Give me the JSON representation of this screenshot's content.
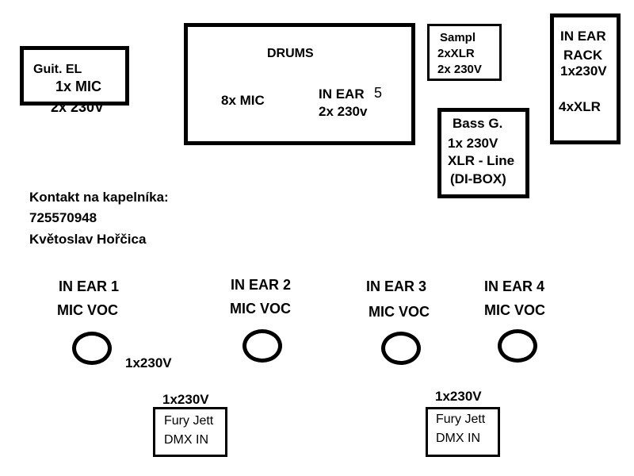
{
  "guitar": {
    "title": "Guit. EL",
    "line1": "1x MIC",
    "line2": "2x 230V"
  },
  "drums": {
    "title": "DRUMS",
    "mics": "8x MIC",
    "inear": "IN EAR",
    "inear_num": "5",
    "power": "2x 230v"
  },
  "sampl": {
    "title": "Sampl",
    "line1": "2xXLR",
    "line2": "2x 230V"
  },
  "inear_rack": {
    "line1": "IN EAR",
    "line2": "RACK",
    "line3": "1x230V",
    "line4": "4xXLR"
  },
  "bass": {
    "title": "Bass G.",
    "line1": "1x 230V",
    "line2": "XLR - Line",
    "line3": "(DI-BOX)"
  },
  "contact": {
    "heading": "Kontakt na kapelníka:",
    "phone": "725570948",
    "name": "Květoslav Hořčica"
  },
  "vocals": [
    {
      "inear": "IN EAR 1",
      "mic": "MIC VOC"
    },
    {
      "inear": "IN EAR 2",
      "mic": "MIC VOC"
    },
    {
      "inear": "IN EAR 3",
      "mic": "MIC VOC"
    },
    {
      "inear": "IN EAR 4",
      "mic": "MIC VOC"
    }
  ],
  "power_note": "1x230V",
  "fury": [
    {
      "power": "1x230V",
      "line1": "Fury Jett",
      "line2": "DMX IN"
    },
    {
      "power": "1x230V",
      "line1": "Fury Jett",
      "line2": "DMX IN"
    }
  ]
}
